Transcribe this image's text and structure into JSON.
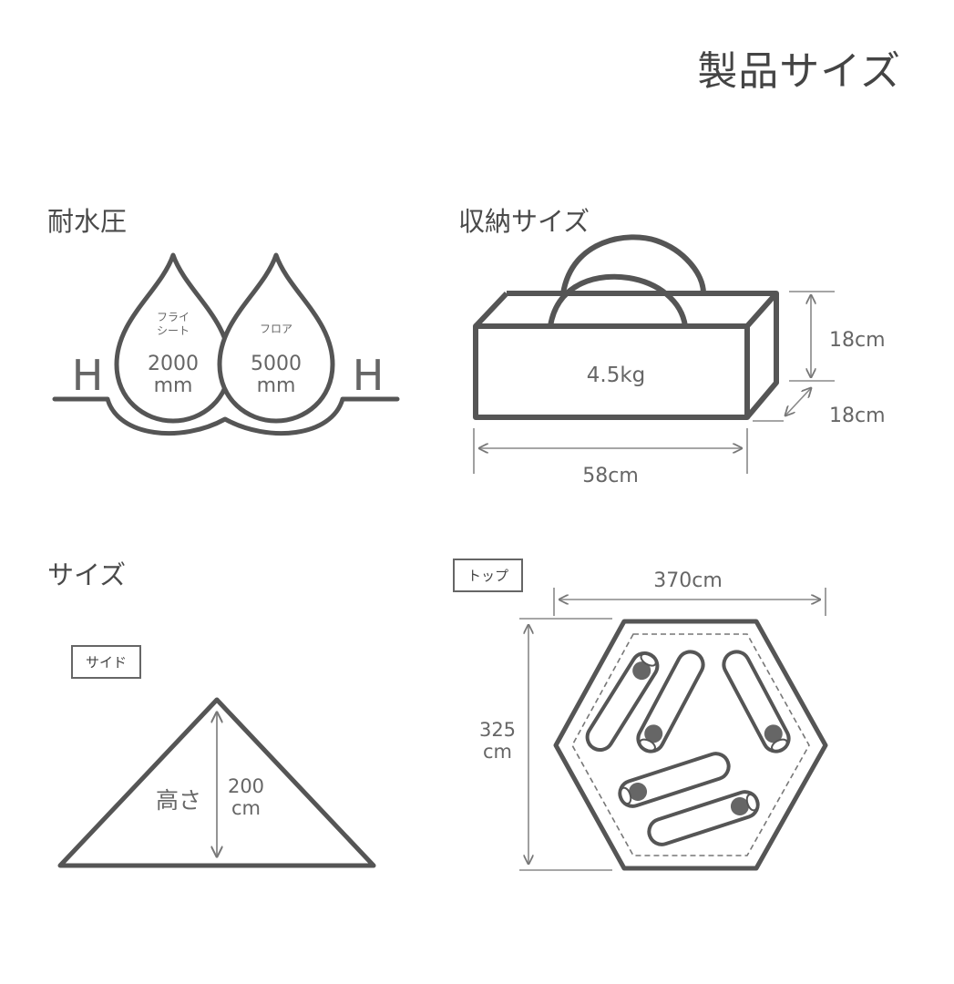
{
  "page_title": "製品サイズ",
  "waterproof": {
    "heading": "耐水圧",
    "fly_label_1": "フライ",
    "fly_label_2": "シート",
    "fly_value": "2000",
    "floor_label": "フロア",
    "floor_value": "5000",
    "unit": "mm",
    "h_glyph": "H"
  },
  "storage": {
    "heading": "収納サイズ",
    "weight": "4.5kg",
    "height": "18cm",
    "depth": "18cm",
    "width": "58cm"
  },
  "size": {
    "heading": "サイズ",
    "side_tag": "サイド",
    "height_label": "高さ",
    "height_value": "200",
    "height_unit": "cm",
    "top_tag": "トップ",
    "top_width": "370cm",
    "top_depth_value": "325",
    "top_depth_unit": "cm"
  },
  "colors": {
    "line": "#555555",
    "fill": "#ffffff",
    "text": "#666666"
  }
}
